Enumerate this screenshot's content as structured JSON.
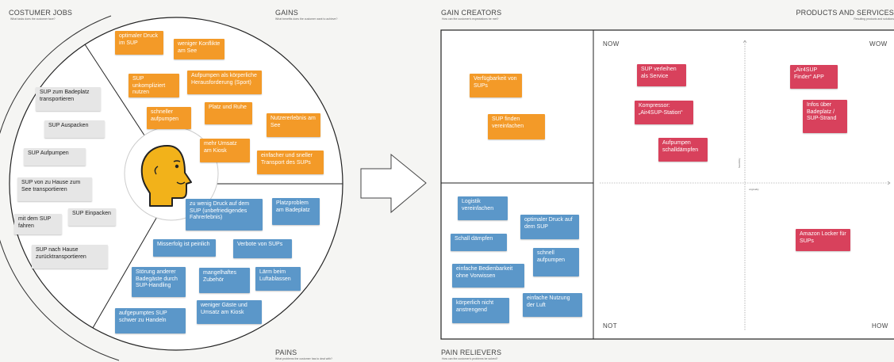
{
  "headers": {
    "customer_jobs": {
      "title": "COSTUMER JOBS",
      "sub": "What tasks does the customer face?"
    },
    "gains": {
      "title": "GAINS",
      "sub": "What benefits does the customer want to achieve?"
    },
    "pains": {
      "title": "PAINS",
      "sub": "What problems the customer has to deal with?"
    },
    "gain_creators": {
      "title": "GAIN CREATORS",
      "sub": "How can the customer's expectations be met?"
    },
    "products_services": {
      "title": "PRODUCTS AND SERVICES",
      "sub": "Resulting products and solutions"
    },
    "pain_relievers": {
      "title": "PAIN RELIEVERS",
      "sub": "How can the customer's problems be solved?"
    }
  },
  "jobs": [
    "SUP zum Badeplatz transportieren",
    "SUP Auspacken",
    "SUP Aufpumpen",
    "SUP von zu Hause zum See transportieren",
    "mit dem SUP fahren",
    "SUP Einpacken",
    "SUP nach Hause zurücktransportieren"
  ],
  "gains": [
    "optimaler Druck im SUP",
    "weniger Konflikte am See",
    "SUP unkompliziert nutzen",
    "Aufpumpen als körperliche Herausforderung (Sport)",
    "schneller aufpumpen",
    "Platz und Ruhe",
    "Nutzererlebnis am See",
    "mehr Umsatz am Kiosk",
    "einfacher und sneller Transport des SUPs"
  ],
  "pains": [
    "zu wenig Druck auf dem SUP (unbefriedigendes Fahrerlebnis)",
    "Platzproblem am Badeplatz",
    "Misserfolg ist peinlich",
    "Verbote von SUPs",
    "Störung anderer Badegäste durch SUP-Handling",
    "mangelhaftes Zubehör",
    "Lärm beim Luftablassen",
    "aufgepumptes SUP schwer zu Handeln",
    "weniger Gäste und Umsatz am Kiosk"
  ],
  "gain_creators": [
    "Verfügbarkeit von SUPs",
    "SUP finden vereinfachen"
  ],
  "pain_relievers": [
    "Logistik vereinfachen",
    "optimaler Druck auf dem SUP",
    "Schall dämpfen",
    "schnell aufpumpen",
    "einfache Bedienbarkeit ohne Vorwissen",
    "körperlich nicht anstrengend",
    "einfache Nutzung der Luft"
  ],
  "products": [
    "SUP verleihen als Service",
    "„Air4SUP Finder“ APP",
    "Kompressor: „Air4SUP-Station“",
    "Infos über Badeplatz / SUP-Strand",
    "Aufpumpen schalldämpfen",
    "Amazon Locker für SUPs"
  ],
  "matrix": {
    "now": "NOW",
    "wow": "WOW",
    "not": "NOT",
    "how": "HOW",
    "y_axis": "feasibility",
    "x_axis": "originality"
  },
  "colors": {
    "gain": "#f39a28",
    "pain": "#5b97c9",
    "product": "#d8415c",
    "job": "#e6e6e6",
    "face": "#f2b21a"
  }
}
